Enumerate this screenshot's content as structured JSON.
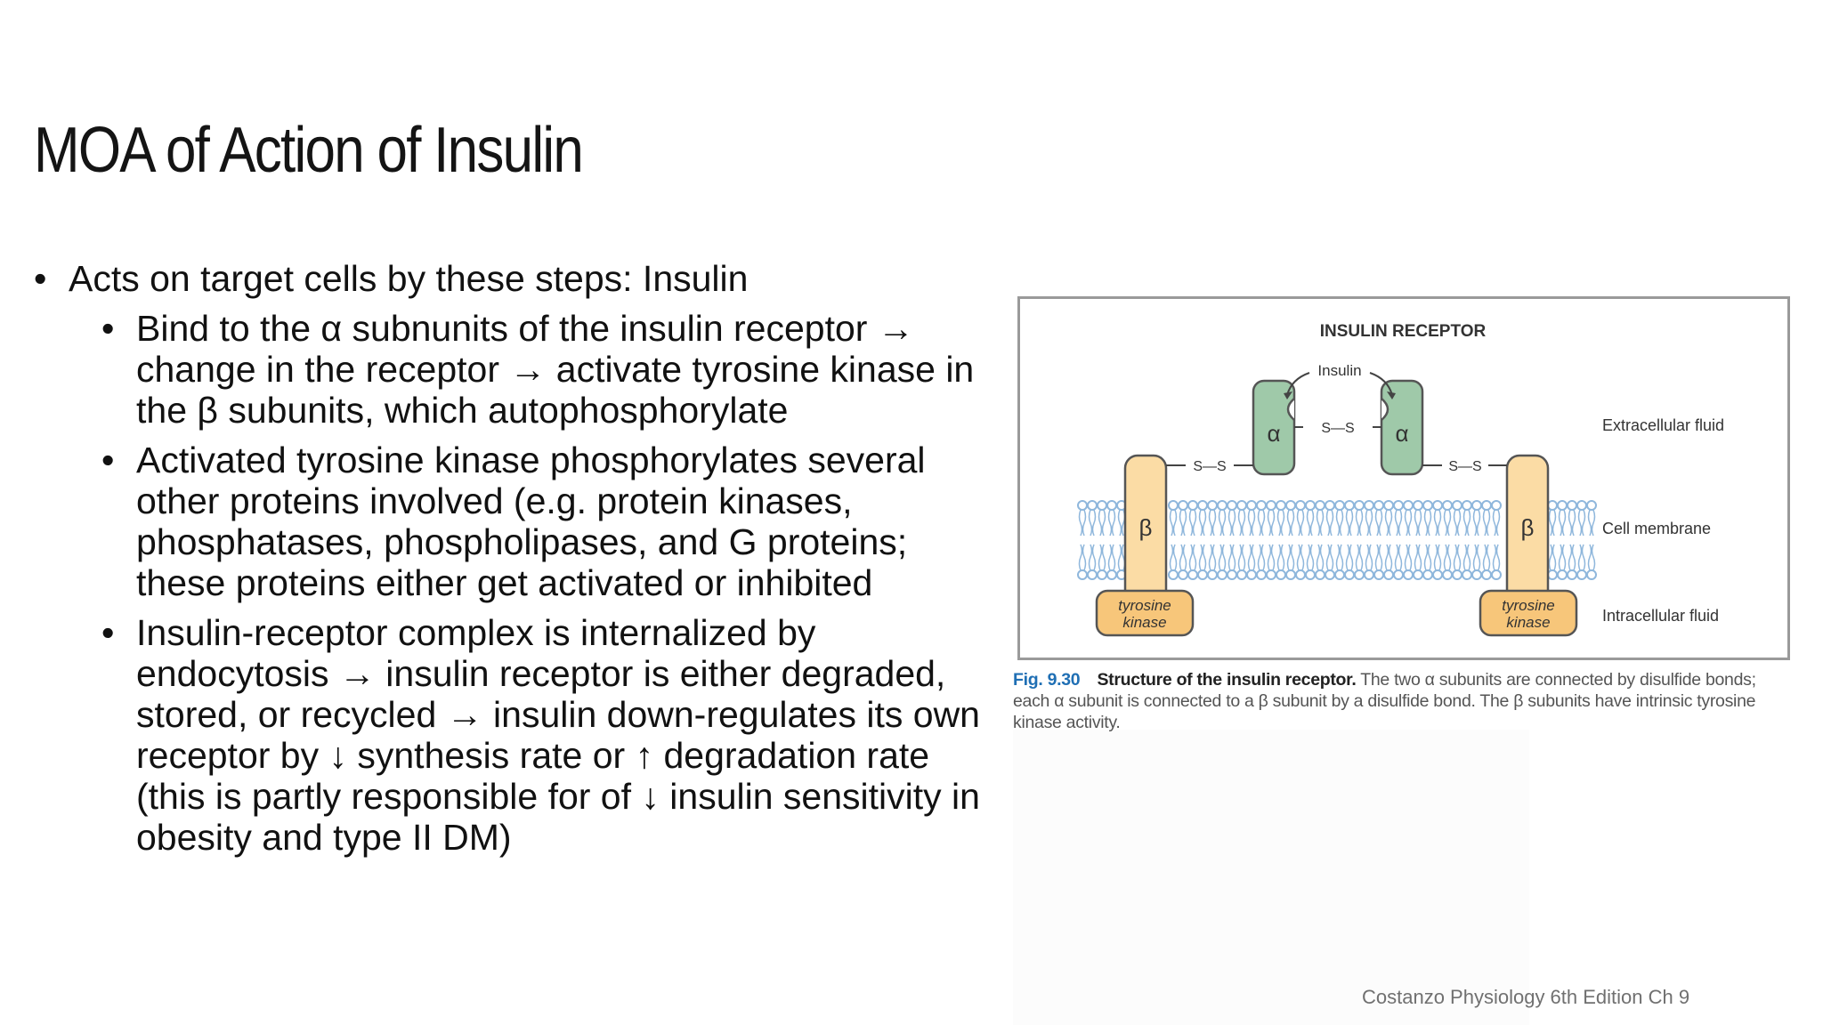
{
  "slide": {
    "title": "MOA of Action of Insulin",
    "bullets": {
      "main": "Acts on target cells by these steps: Insulin",
      "sub": [
        "Bind to the α subnunits of the insulin receptor → change in the receptor → activate tyrosine kinase in the β subunits, which autophosphorylate",
        "Activated tyrosine kinase phosphorylates several other proteins involved (e.g. protein kinases, phosphatases, phospholipases, and G proteins; these proteins either get activated or inhibited",
        "Insulin-receptor complex is internalized by endocytosis → insulin receptor is either degraded, stored, or recycled → insulin down-regulates its own receptor by ↓ synthesis rate or ↑ degradation rate (this is partly responsible for of ↓ insulin sensitivity in obesity and type II DM)"
      ]
    },
    "figure": {
      "heading": "INSULIN RECEPTOR",
      "insulin_label": "Insulin",
      "alpha": "α",
      "beta": "β",
      "disulfide": "S—S",
      "kinase_line1": "tyrosine",
      "kinase_line2": "kinase",
      "extracellular": "Extracellular fluid",
      "membrane": "Cell membrane",
      "intracellular": "Intracellular fluid",
      "colors": {
        "alpha_fill": "#9fc9a9",
        "beta_fill": "#fbdca5",
        "kinase_fill": "#f7c67a",
        "lipid": "#8fb7dc"
      }
    },
    "caption": {
      "fig_no": "Fig. 9.30",
      "bold": "Structure of the insulin receptor.",
      "text": "The two α subunits are connected by disulfide bonds; each α subunit is connected to a β subunit by a disulfide bond. The β subunits have intrinsic tyrosine kinase activity."
    },
    "source": "Costanzo Physiology 6th Edition Ch 9"
  }
}
